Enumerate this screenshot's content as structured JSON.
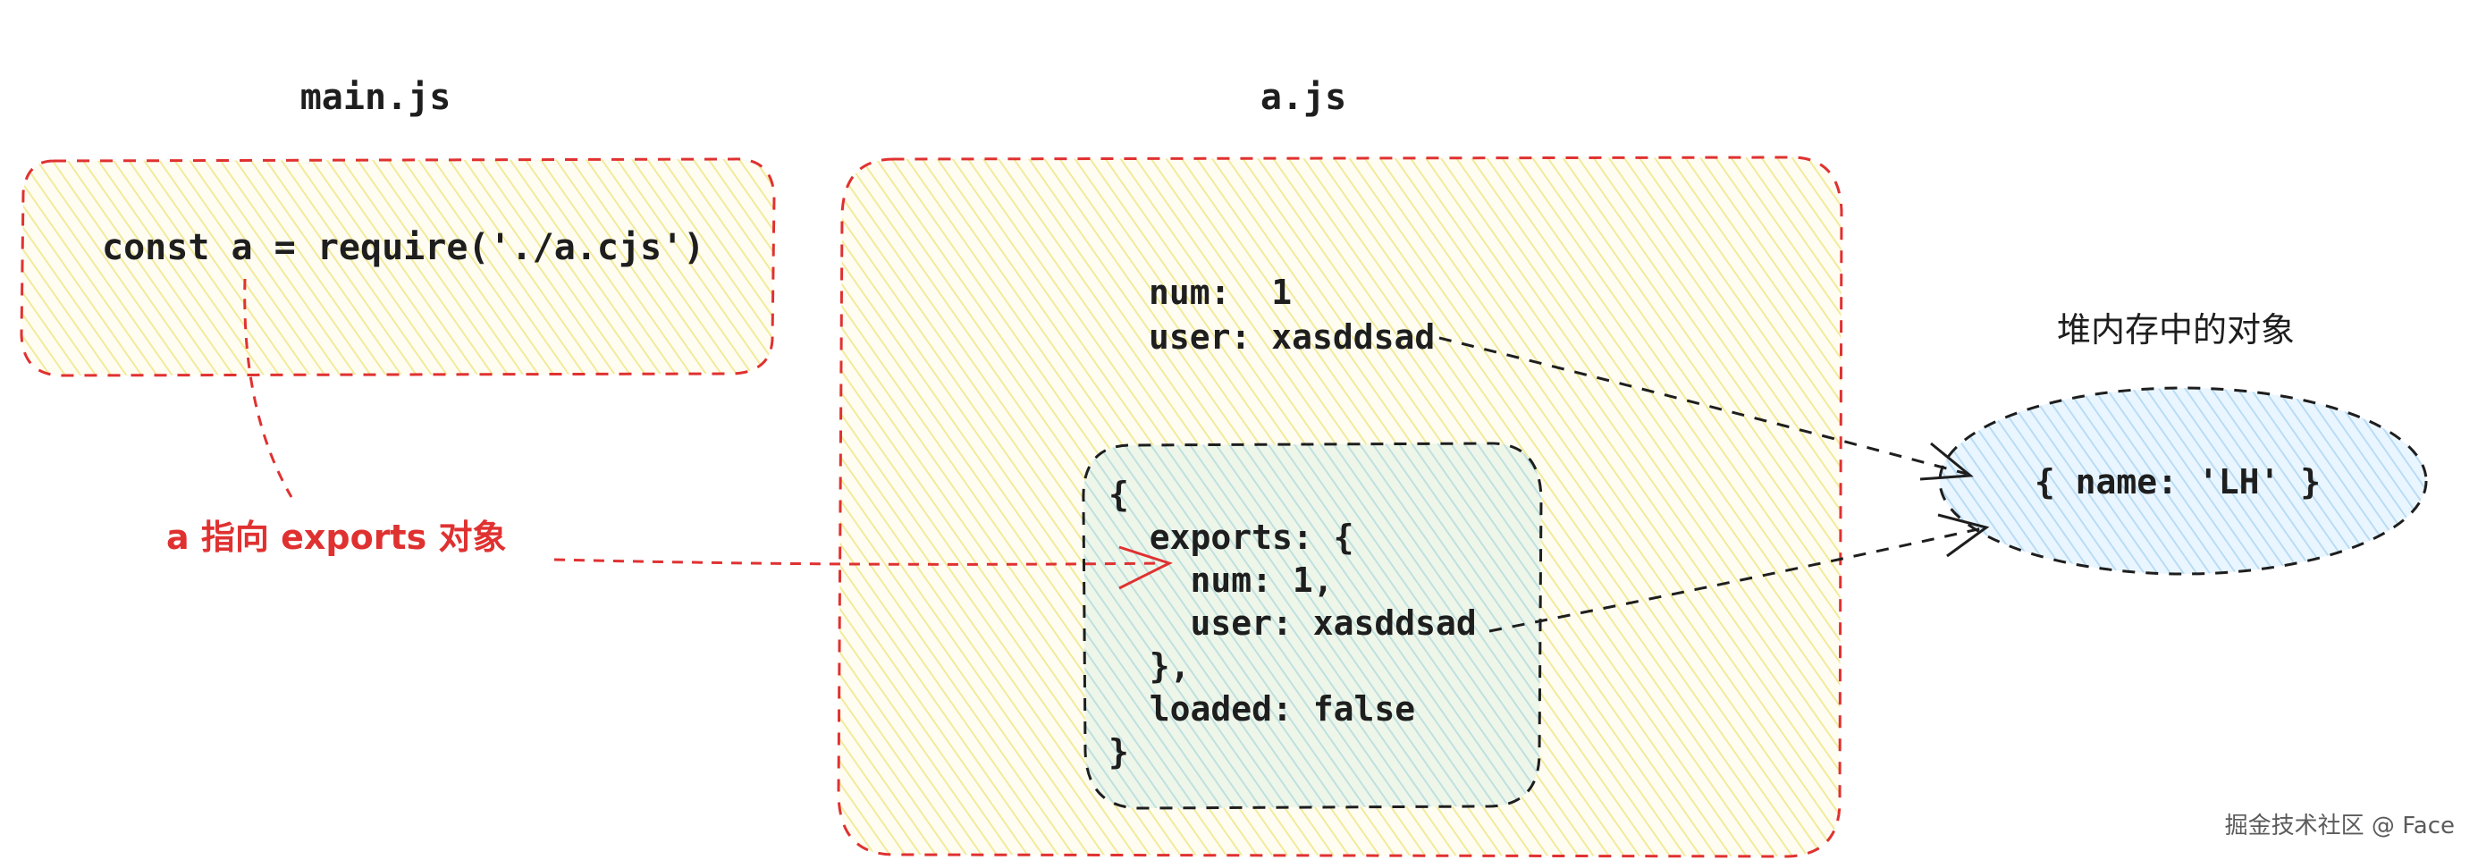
{
  "colors": {
    "dashed_red": "#e03131",
    "dashed_dark": "#1e1e1e",
    "fill_yellow": "#fff3b0",
    "fill_blue": "#a5d8ff",
    "label_red": "#e03131"
  },
  "main_file": {
    "title": "main.js",
    "code": "const a = require('./a.cjs')"
  },
  "a_file": {
    "title": "a.js",
    "lines": [
      "num:  1",
      "user: xasddsad"
    ]
  },
  "module_object": {
    "lines": [
      "{",
      "  exports: {",
      "    num: 1,",
      "    user: xasddsad",
      "  },",
      "  loaded: false",
      "}"
    ]
  },
  "pointer_label": "a 指向 exports 对象",
  "heap": {
    "title": "堆内存中的对象",
    "content": "{ name: 'LH' }"
  },
  "watermark": "掘金技术社区 @ Face"
}
